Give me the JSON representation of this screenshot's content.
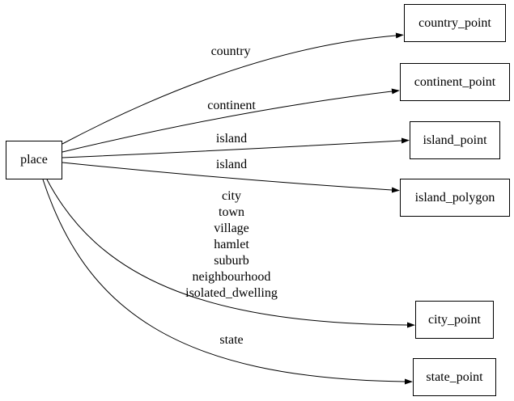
{
  "diagram": {
    "kind": "directed-graph",
    "colors": {
      "bg": "#ffffff",
      "line": "#000000",
      "text": "#000000"
    },
    "nodes": {
      "place": {
        "id": "place",
        "label": "place"
      },
      "country_point": {
        "id": "country_point",
        "label": "country_point"
      },
      "continent_point": {
        "id": "continent_point",
        "label": "continent_point"
      },
      "island_point": {
        "id": "island_point",
        "label": "island_point"
      },
      "island_polygon": {
        "id": "island_polygon",
        "label": "island_polygon"
      },
      "city_point": {
        "id": "city_point",
        "label": "city_point"
      },
      "state_point": {
        "id": "state_point",
        "label": "state_point"
      }
    },
    "edges": [
      {
        "from": "place",
        "to": "country_point",
        "label": "country"
      },
      {
        "from": "place",
        "to": "continent_point",
        "label": "continent"
      },
      {
        "from": "place",
        "to": "island_point",
        "label": "island"
      },
      {
        "from": "place",
        "to": "island_polygon",
        "label": "island"
      },
      {
        "from": "place",
        "to": "city_point",
        "label": "city\ntown\nvillage\nhamlet\nsuburb\nneighbourhood\nisolated_dwelling"
      },
      {
        "from": "place",
        "to": "state_point",
        "label": "state"
      }
    ]
  }
}
